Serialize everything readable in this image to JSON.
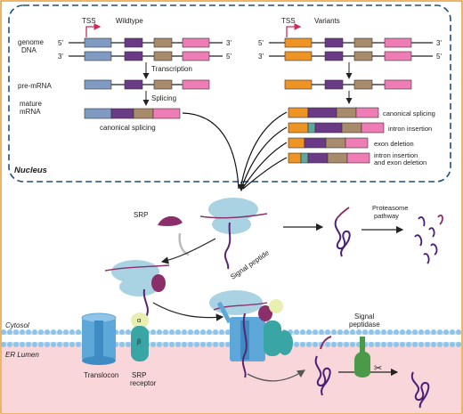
{
  "nucleus": {
    "title": "Nucleus",
    "wildtype": {
      "tss": "TSS",
      "heading": "Wildtype",
      "five_prime": "5'",
      "three_prime": "3'",
      "row_genome": "genome DNA",
      "row_premrna": "pre-mRNA",
      "row_mature": "mature mRNA",
      "step_transcription": "Transcription",
      "step_splicing": "Splicing",
      "caption": "canonical splicing"
    },
    "variants": {
      "tss": "TSS",
      "heading": "Variants",
      "five_prime": "5'",
      "three_prime": "3'",
      "isoforms": [
        "canonical splicing",
        "intron insertion",
        "exon deletion",
        "intron insertion and exon deletion"
      ]
    }
  },
  "cytoplasm": {
    "srp": "SRP",
    "signal_peptide": "Signal peptide",
    "proteasome": "Proteasome pathway",
    "cytosol": "Cytosol",
    "er_lumen": "ER Lumen",
    "translocon": "Translocon",
    "srp_receptor": "SRP receptor",
    "alpha": "α",
    "beta": "β",
    "signal_peptidase": "Signal peptidase"
  },
  "colors": {
    "exon_blue": "#7f9bc4",
    "exon_orange": "#ee9424",
    "exon_purple": "#6b3a87",
    "exon_tan": "#a88b6a",
    "exon_pink": "#ee7cb5",
    "intron_teal": "#5fa79a",
    "frame_orange": "#e89b35",
    "nucleus_border": "#1f4e79",
    "membrane_blue": "#8fc3e8",
    "er_lumen": "#f8d6da",
    "ribosome": "#a9d2e3",
    "peptide": "#8a2f6a",
    "srp": "#8a2f6a",
    "peptidase_green": "#4a9a4a",
    "receptor_teal": "#3aa5a5",
    "translocon_blue": "#5da7d9"
  }
}
